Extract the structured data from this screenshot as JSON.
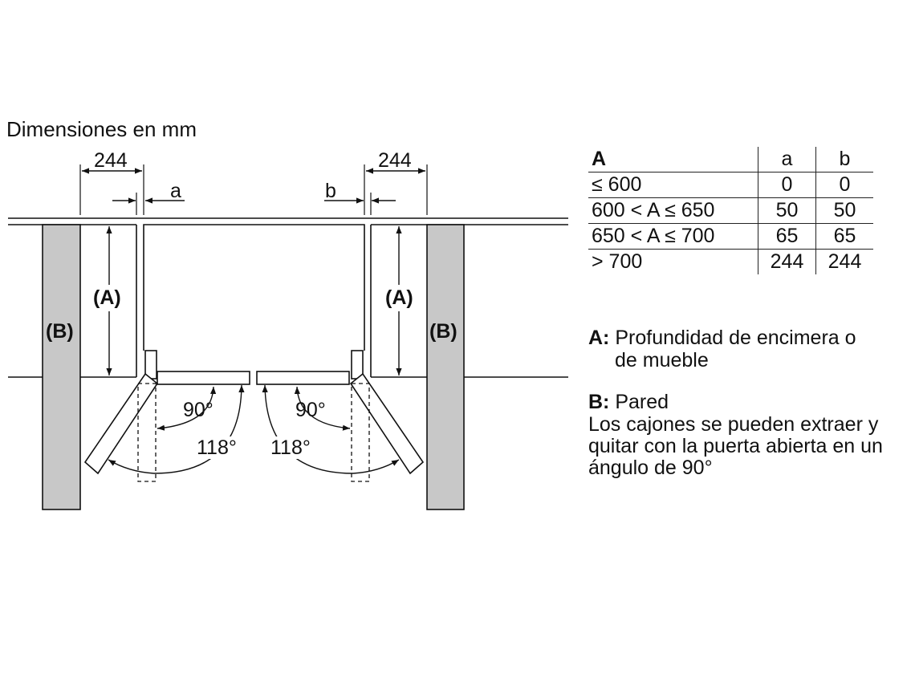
{
  "title": "Dimensiones en mm",
  "dimension_labels": {
    "width_left": "244",
    "width_right": "244",
    "gap_left": "a",
    "gap_right": "b",
    "depth_left": "(A)",
    "depth_right": "(A)",
    "wall_left": "(B)",
    "wall_right": "(B)",
    "angle_90_left": "90°",
    "angle_90_right": "90°",
    "angle_118_left": "118°",
    "angle_118_right": "118°"
  },
  "table": {
    "headers": [
      "A",
      "a",
      "b"
    ],
    "rows": [
      [
        "≤ 600",
        "0",
        "0"
      ],
      [
        "600 < A ≤ 650",
        "50",
        "50"
      ],
      [
        "650 < A ≤ 700",
        "65",
        "65"
      ],
      [
        "> 700",
        "244",
        "244"
      ]
    ]
  },
  "legend": {
    "a_key": "A:",
    "a_text_1": "Profundidad de encimera o",
    "a_text_2": "de mueble",
    "b_key": "B:",
    "b_text": "Pared",
    "note_1": "Los cajones se pueden extraer y",
    "note_2": "quitar con la puerta abierta en un",
    "note_3": "ángulo de 90°"
  },
  "colors": {
    "wall_fill": "#c8c8c8",
    "line": "#111111",
    "background": "#ffffff"
  }
}
